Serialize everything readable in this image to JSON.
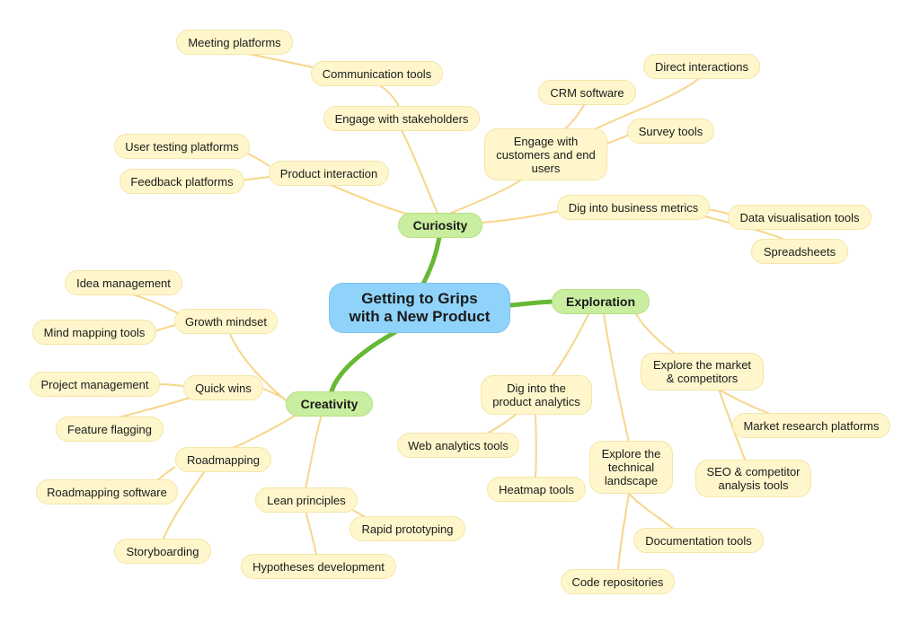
{
  "root": "Getting to Grips\nwith a New Product",
  "branches": {
    "curiosity": "Curiosity",
    "exploration": "Exploration",
    "creativity": "Creativity"
  },
  "nodes": {
    "meeting_platforms": "Meeting platforms",
    "communication_tools": "Communication tools",
    "engage_stakeholders": "Engage with stakeholders",
    "user_testing_platforms": "User testing platforms",
    "feedback_platforms": "Feedback platforms",
    "product_interaction": "Product interaction",
    "crm_software": "CRM software",
    "direct_interactions": "Direct interactions",
    "survey_tools": "Survey tools",
    "engage_customers": "Engage with\ncustomers and end\nusers",
    "dig_business_metrics": "Dig into business metrics",
    "data_visualisation_tools": "Data visualisation tools",
    "spreadsheets": "Spreadsheets",
    "idea_management": "Idea management",
    "growth_mindset": "Growth mindset",
    "mind_mapping_tools": "Mind mapping tools",
    "project_management": "Project management",
    "quick_wins": "Quick wins",
    "feature_flagging": "Feature flagging",
    "roadmapping": "Roadmapping",
    "roadmapping_software": "Roadmapping software",
    "storyboarding": "Storyboarding",
    "lean_principles": "Lean principles",
    "rapid_prototyping": "Rapid prototyping",
    "hypotheses_development": "Hypotheses development",
    "dig_product_analytics": "Dig into the\nproduct analytics",
    "web_analytics_tools": "Web analytics tools",
    "heatmap_tools": "Heatmap tools",
    "explore_technical": "Explore the\ntechnical\nlandscape",
    "documentation_tools": "Documentation tools",
    "code_repositories": "Code repositories",
    "explore_market": "Explore the market\n& competitors",
    "market_research_platforms": "Market research platforms",
    "seo_competitor_tools": "SEO & competitor\nanalysis tools"
  },
  "colors": {
    "leaf_fill": "#fff6cc",
    "branch_fill": "#c9ee9f",
    "root_fill": "#8fd3fa",
    "link": "#f7d68a",
    "trunk": "#67b835"
  }
}
